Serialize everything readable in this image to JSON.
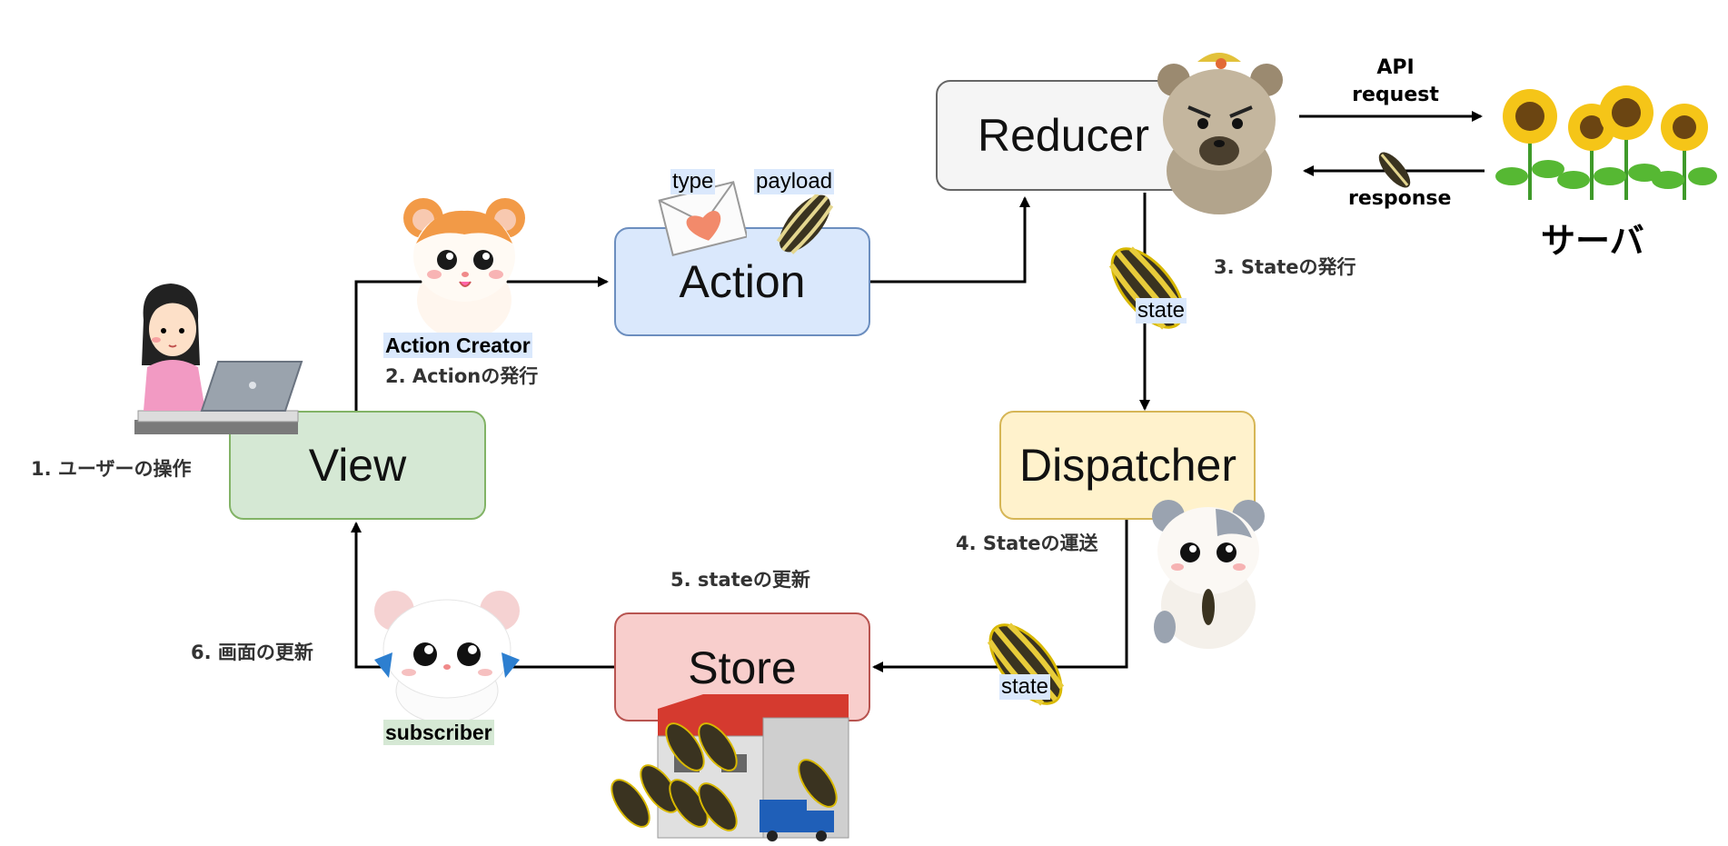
{
  "nodes": {
    "view": "View",
    "action": "Action",
    "reducer": "Reducer",
    "dispatcher": "Dispatcher",
    "store": "Store"
  },
  "steps": {
    "s1": "1. ユーザーの操作",
    "s2": "2. Actionの発行",
    "s3": "3. Stateの発行",
    "s4": "4. Stateの運送",
    "s5": "5. stateの更新",
    "s6": "6. 画面の更新"
  },
  "roles": {
    "action_creator": "Action Creator",
    "subscriber": "subscriber"
  },
  "action_fields": {
    "type": "type",
    "payload": "payload"
  },
  "state_labels": {
    "to_dispatcher": "state",
    "to_store": "state"
  },
  "server": {
    "label": "サーバ",
    "request": "API\nrequest",
    "response": "response"
  },
  "colors": {
    "view_fill": "#d5e8d4",
    "view_border": "#82b366",
    "action_fill": "#dae8fc",
    "action_border": "#6c8ebf",
    "reducer_fill": "#f5f5f5",
    "reducer_border": "#666666",
    "dispatcher_fill": "#fff2cc",
    "dispatcher_border": "#d6b656",
    "store_fill": "#f8cecc",
    "store_border": "#b85450",
    "chip_blue": "#dae8fc",
    "chip_green": "#d5e8d4"
  }
}
